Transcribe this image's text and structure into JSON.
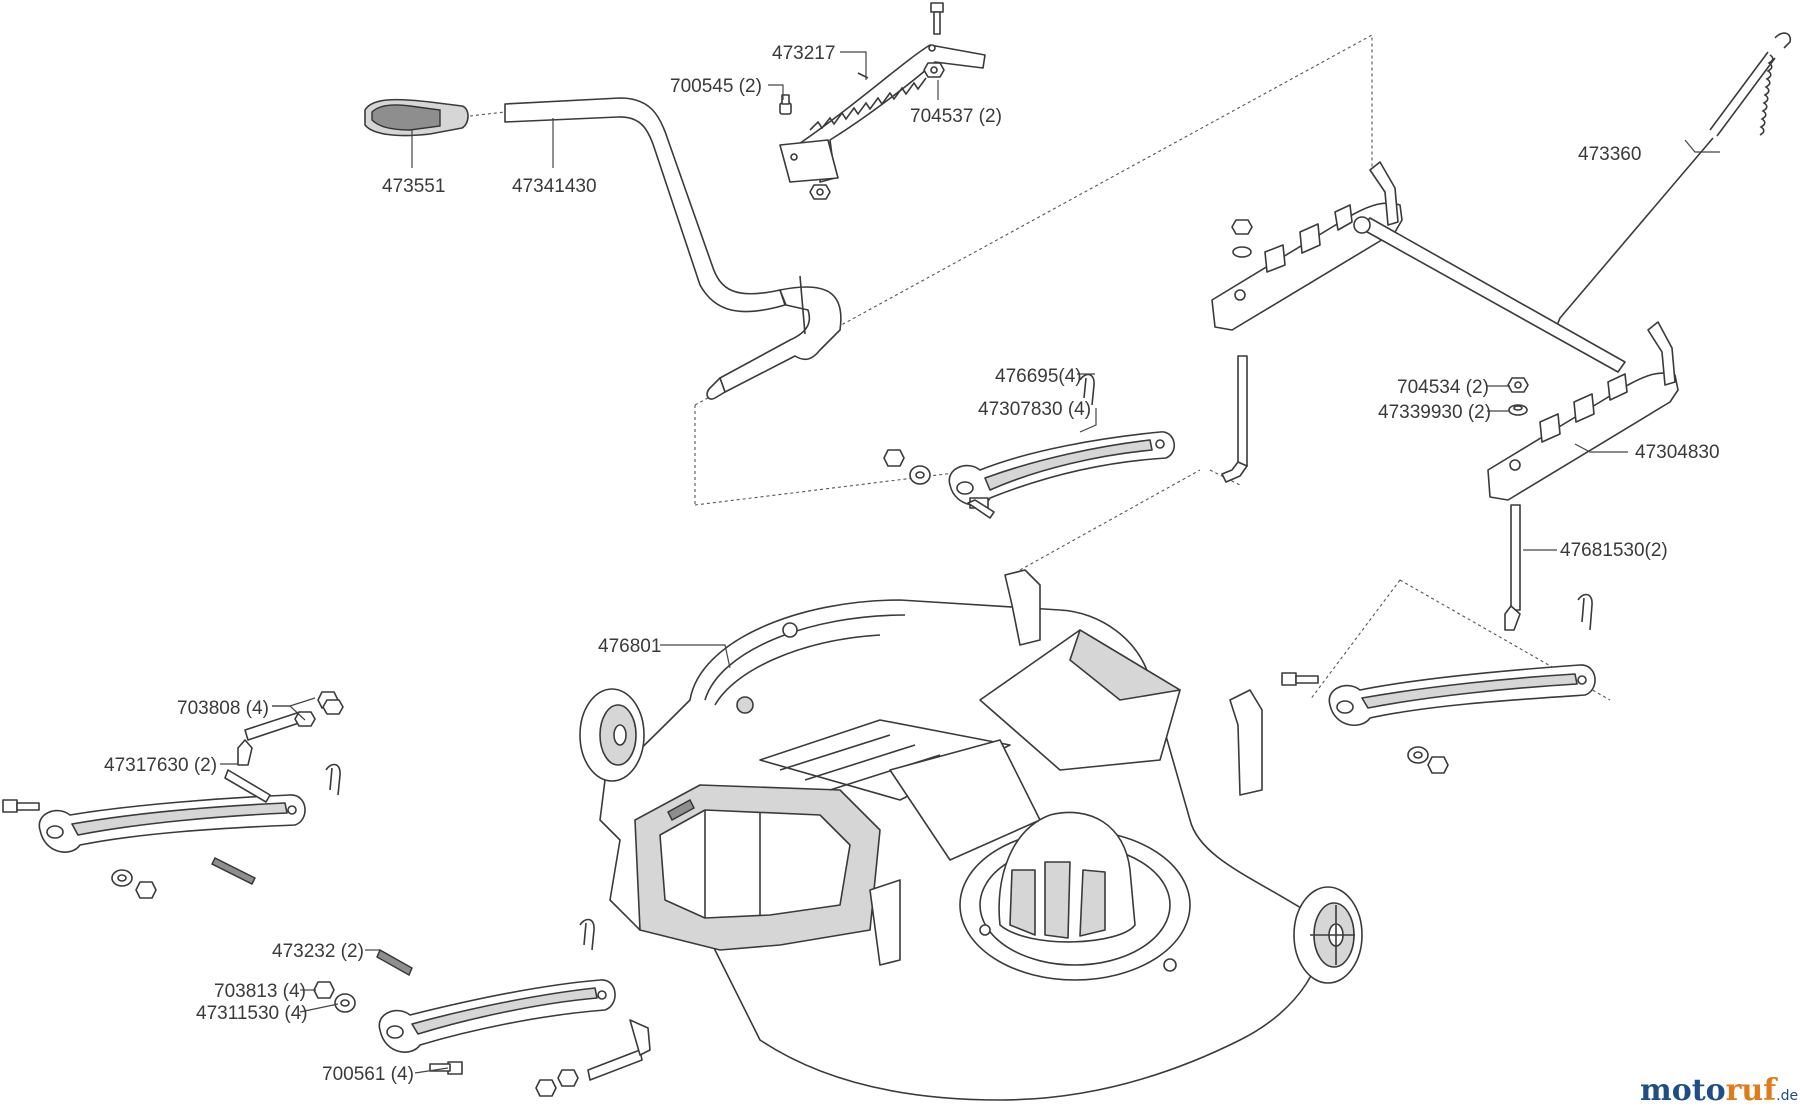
{
  "parts": {
    "p473551": "473551",
    "p47341430": "47341430",
    "p700545": "700545 (2)",
    "p473217": "473217",
    "p704537": "704537 (2)",
    "p473360": "473360",
    "p476695": "476695(4)",
    "p47307830": "47307830 (4)",
    "p704534": "704534 (2)",
    "p47339930": "47339930 (2)",
    "p47304830": "47304830",
    "p47681530": "47681530(2)",
    "p476801": "476801",
    "p703808": "703808 (4)",
    "p47317630": "47317630 (2)",
    "p473232": "473232 (2)",
    "p703813": "703813 (4)",
    "p47311530": "47311530 (4)",
    "p700561": "700561 (4)"
  },
  "watermark": {
    "brand_a": "moto",
    "brand_b": "ruf",
    "tld": ".de"
  }
}
